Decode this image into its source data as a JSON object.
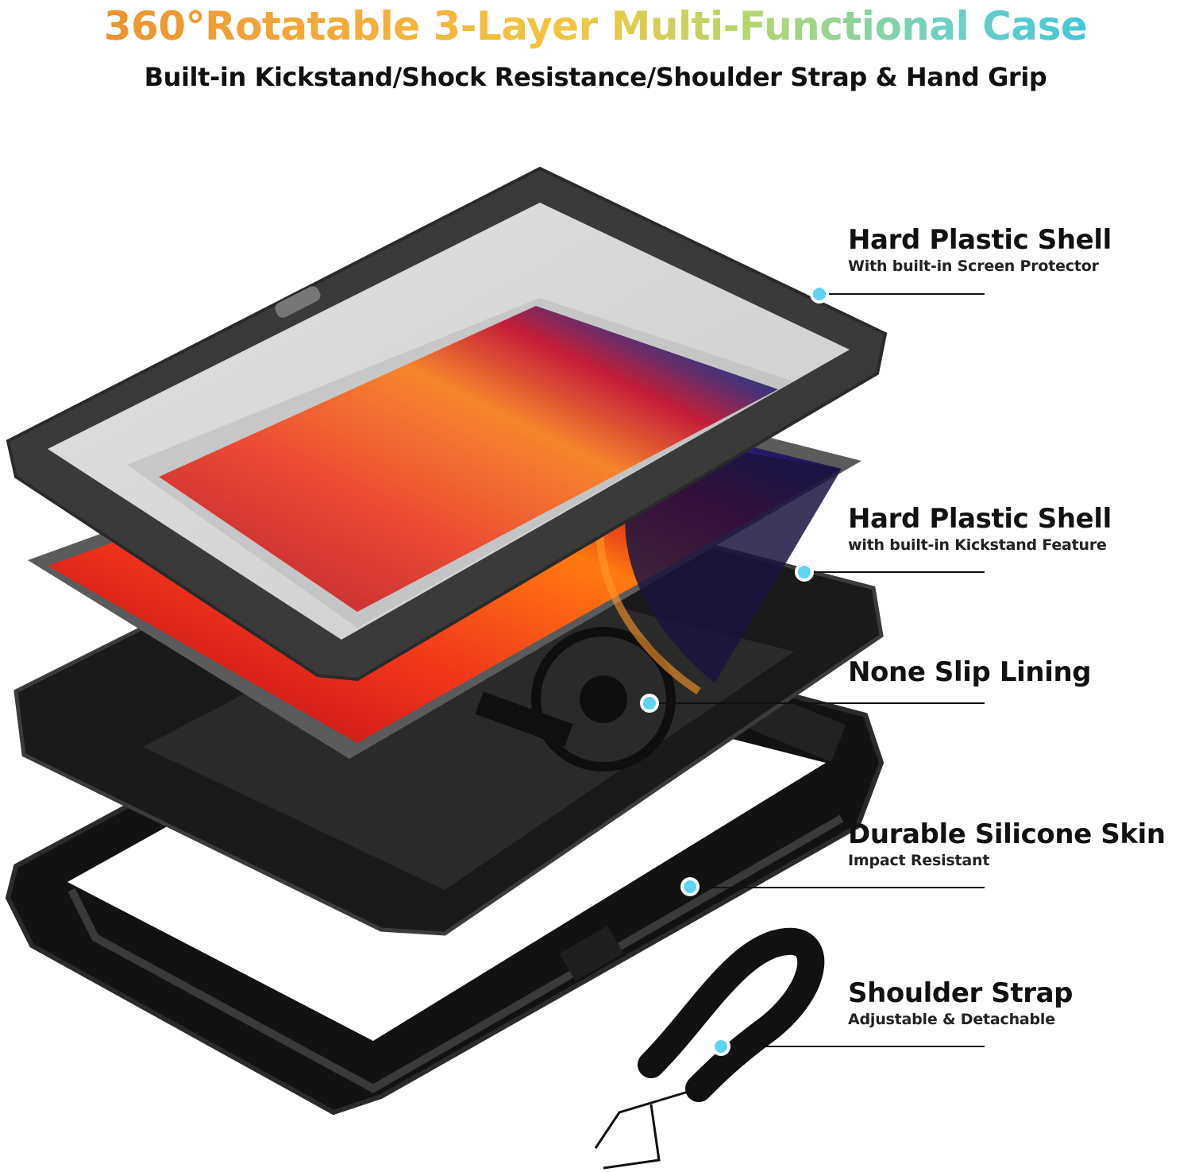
{
  "header": {
    "title": "360°Rotatable 3-Layer Multi-Functional Case",
    "subtitle": "Built-in Kickstand/Shock Resistance/Shoulder Strap & Hand Grip"
  },
  "callouts": [
    {
      "title": "Hard Plastic Shell",
      "subtitle": "With built-in Screen Protector"
    },
    {
      "title": "Hard Plastic Shell",
      "subtitle": "with built-in Kickstand Feature"
    },
    {
      "title": "None Slip Lining",
      "subtitle": ""
    },
    {
      "title": "Durable Silicone Skin",
      "subtitle": "Impact Resistant"
    },
    {
      "title": "Shoulder Strap",
      "subtitle": "Adjustable & Detachable"
    }
  ],
  "colors": {
    "title_gradient": [
      "#e6892c",
      "#f2c640",
      "#27bfe8"
    ],
    "marker_dot": "#5fd3f0",
    "case_black": "#151515",
    "frame_gray": "#3a3a3a"
  }
}
